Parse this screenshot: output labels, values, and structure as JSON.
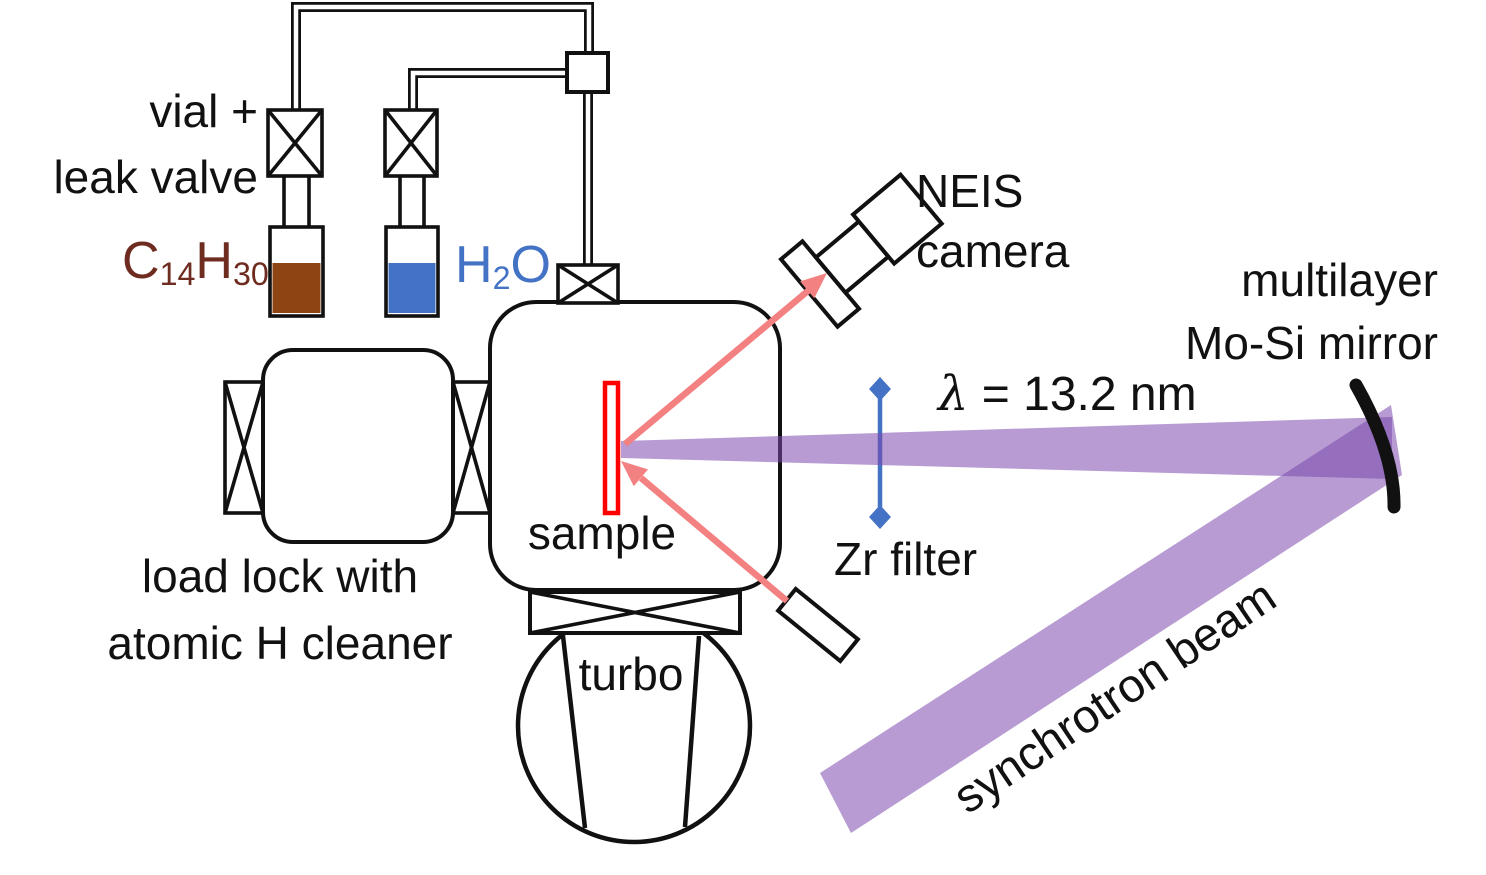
{
  "title": "EUV exposure setup diagram",
  "colors": {
    "line": "#111111",
    "tetradecane_liquid": "#8E4413",
    "water_liquid": "#4472C4",
    "tetradecane_label": "#6E2B20",
    "water_label": "#4472C4",
    "sample_outline": "#FF0000",
    "arrow": "#F48181",
    "beam_fill": "rgba(124,73,173,0.55)",
    "zr_filter": "#4472C4"
  },
  "labels": {
    "vial_line1": "vial +",
    "vial_line2": "leak valve",
    "chem": {
      "el1": "C",
      "sub1": "14",
      "el2": "H",
      "sub2": "30"
    },
    "water": {
      "el1": "H",
      "sub1": "2",
      "el2": "O"
    },
    "loadlock_line1": "load lock with",
    "loadlock_line2": "atomic H cleaner",
    "sample": "sample",
    "turbo": "turbo",
    "neis": "NEIS",
    "camera": "camera",
    "lambda_symbol": "λ",
    "lambda_value": "= 13.2 nm",
    "zr_filter": "Zr filter",
    "mirror_line1": "multilayer",
    "mirror_line2": "Mo-Si mirror",
    "beam": "synchrotron beam"
  }
}
